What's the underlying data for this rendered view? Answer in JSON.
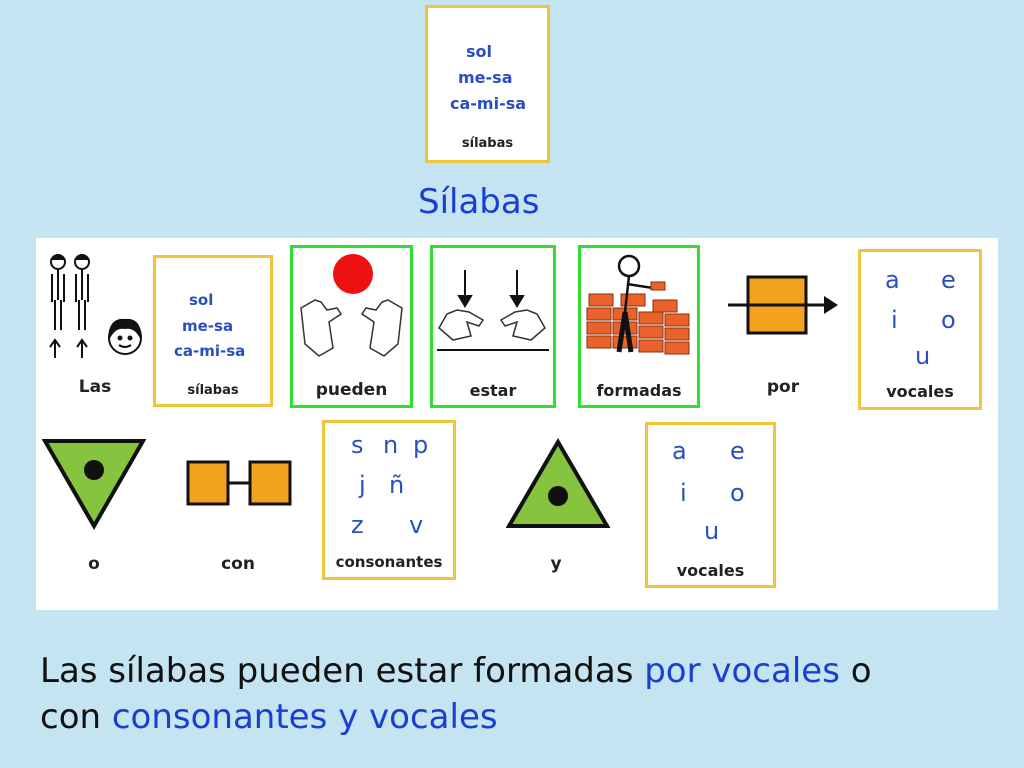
{
  "top_card": {
    "lines": [
      "sol",
      "me-sa",
      "ca-mi-sa"
    ],
    "caption": "sílabas"
  },
  "title": "Sílabas",
  "pictograms": {
    "las": "Las",
    "silabas_card": {
      "lines": [
        "sol",
        "me-sa",
        "ca-mi-sa"
      ],
      "caption": "sílabas"
    },
    "pueden": "pueden",
    "estar": "estar",
    "formadas": "formadas",
    "por": "por",
    "vocales1": {
      "letters": [
        "a",
        "e",
        "i",
        "o",
        "u"
      ],
      "caption": "vocales"
    },
    "o": "o",
    "con": "con",
    "consonantes": {
      "letters": [
        "s",
        "n",
        "p",
        "j",
        "ñ",
        "z",
        "v"
      ],
      "caption": "consonantes"
    },
    "y": "y",
    "vocales2": {
      "letters": [
        "a",
        "e",
        "i",
        "o",
        "u"
      ],
      "caption": "vocales"
    }
  },
  "sentence": {
    "line1_a": "Las sílabas pueden estar formadas ",
    "line1_b": "por vocales",
    "line1_c": " o",
    "line2_a": "con ",
    "line2_b": "consonantes y vocales"
  },
  "colors": {
    "background": "#c4e4f2",
    "title": "#1a3fd0",
    "card_border": "#f0c43c",
    "green_border": "#33dd33",
    "orange": "#f3a21f",
    "green_fill": "#86c440"
  }
}
